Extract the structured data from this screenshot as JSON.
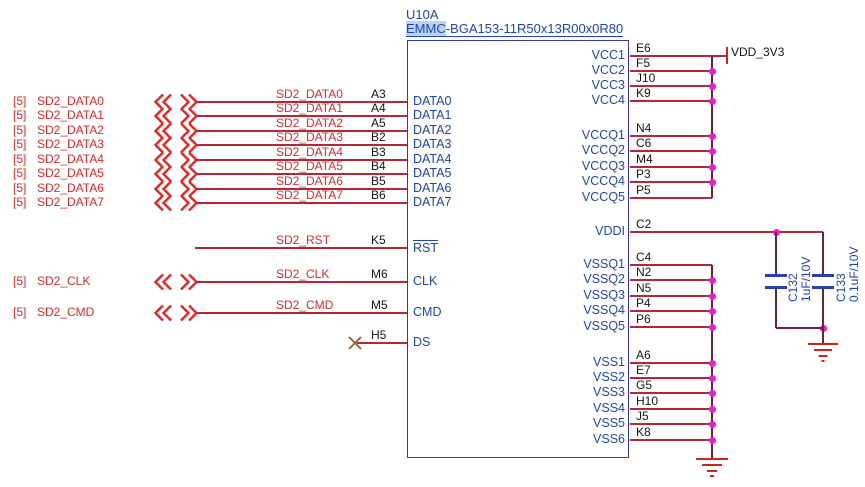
{
  "chip": {
    "refdes": "U10A",
    "part_prefix": "EMMC",
    "part_rest": "-BGA153-11R50x13R00x0R80"
  },
  "pins": {
    "left": [
      {
        "page": "[5]",
        "net": "SD2_DATA0",
        "num": "A3",
        "name": "DATA0"
      },
      {
        "page": "[5]",
        "net": "SD2_DATA1",
        "num": "A4",
        "name": "DATA1"
      },
      {
        "page": "[5]",
        "net": "SD2_DATA2",
        "num": "A5",
        "name": "DATA2"
      },
      {
        "page": "[5]",
        "net": "SD2_DATA3",
        "num": "B2",
        "name": "DATA3"
      },
      {
        "page": "[5]",
        "net": "SD2_DATA4",
        "num": "B3",
        "name": "DATA4"
      },
      {
        "page": "[5]",
        "net": "SD2_DATA5",
        "num": "B4",
        "name": "DATA5"
      },
      {
        "page": "[5]",
        "net": "SD2_DATA6",
        "num": "B5",
        "name": "DATA6"
      },
      {
        "page": "[5]",
        "net": "SD2_DATA7",
        "num": "B6",
        "name": "DATA7"
      },
      {
        "net": "SD2_RST",
        "num": "K5",
        "name": "RST"
      },
      {
        "page": "[5]",
        "net": "SD2_CLK",
        "num": "M6",
        "name": "CLK"
      },
      {
        "page": "[5]",
        "net": "SD2_CMD",
        "num": "M5",
        "name": "CMD"
      },
      {
        "num": "H5",
        "name": "DS"
      }
    ],
    "right": [
      {
        "num": "E6",
        "name": "VCC1"
      },
      {
        "num": "F5",
        "name": "VCC2"
      },
      {
        "num": "J10",
        "name": "VCC3"
      },
      {
        "num": "K9",
        "name": "VCC4"
      },
      {
        "num": "N4",
        "name": "VCCQ1"
      },
      {
        "num": "C6",
        "name": "VCCQ2"
      },
      {
        "num": "M4",
        "name": "VCCQ3"
      },
      {
        "num": "P3",
        "name": "VCCQ4"
      },
      {
        "num": "P5",
        "name": "VCCQ5"
      },
      {
        "num": "C2",
        "name": "VDDI"
      },
      {
        "num": "C4",
        "name": "VSSQ1"
      },
      {
        "num": "N2",
        "name": "VSSQ2"
      },
      {
        "num": "N5",
        "name": "VSSQ3"
      },
      {
        "num": "P4",
        "name": "VSSQ4"
      },
      {
        "num": "P6",
        "name": "VSSQ5"
      },
      {
        "num": "A6",
        "name": "VSS1"
      },
      {
        "num": "E7",
        "name": "VSS2"
      },
      {
        "num": "G5",
        "name": "VSS3"
      },
      {
        "num": "H10",
        "name": "VSS4"
      },
      {
        "num": "J5",
        "name": "VSS5"
      },
      {
        "num": "K8",
        "name": "VSS6"
      }
    ]
  },
  "power": {
    "vdd_net": "VDD_3V3"
  },
  "capacitors": [
    {
      "refdes": "C132",
      "value": "1uF/10V"
    },
    {
      "refdes": "C133",
      "value": "0.1uF/10V"
    }
  ],
  "colors": {
    "wire": "#b52736",
    "bus": "#6e1e4b",
    "junction": "#e81fce",
    "pin_text": "#2244b2",
    "net_text": "#d92b2b",
    "ground": "#cf2222",
    "chip_border": "#3636a6",
    "highlight": "#b9d4ee"
  }
}
